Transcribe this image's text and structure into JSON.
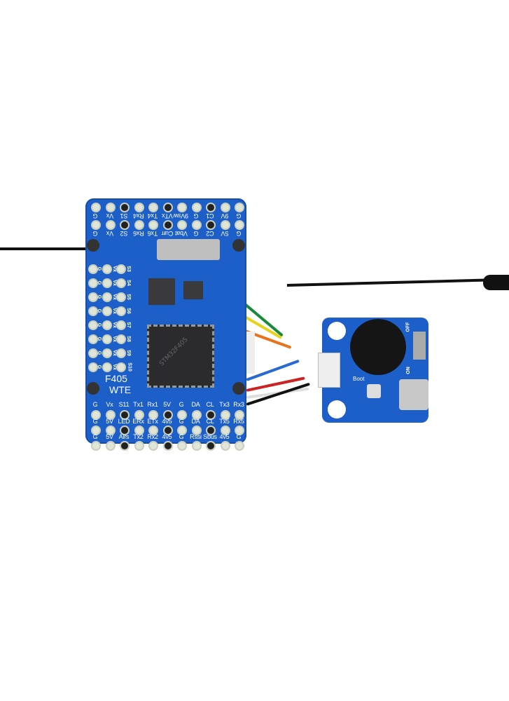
{
  "flight_controller": {
    "model": "F405",
    "variant": "WTE",
    "top_row_outer": [
      "G",
      "Vx",
      "S1",
      "Rx4",
      "Tx4",
      "VTx",
      "9Vsw",
      "G",
      "C1",
      "9V",
      "G"
    ],
    "top_row_inner": [
      "G",
      "Vx",
      "S2",
      "Rx6",
      "Tx6",
      "Curr",
      "Vbat",
      "G",
      "C2",
      "5V",
      "G"
    ],
    "left_columns": {
      "g": "G",
      "vx": "Vx",
      "servos": [
        "S3",
        "S4",
        "S5",
        "S6",
        "S7",
        "S8",
        "S9",
        "S10"
      ]
    },
    "bottom_row_1": [
      "G",
      "Vx",
      "S11",
      "Tx1",
      "Rx1",
      "5V",
      "G",
      "DA",
      "CL",
      "Tx3",
      "Rx3"
    ],
    "bottom_row_2": [
      "G",
      "5V",
      "LED",
      "ERx",
      "ETx",
      "4v5",
      "G",
      "DA",
      "CL",
      "Tx5",
      "Rx5"
    ],
    "bottom_row_3": [
      "G",
      "5V",
      "Airs",
      "Tx2",
      "Rx2",
      "4v5",
      "G",
      "Rssi",
      "Sbus",
      "4v5",
      "G"
    ],
    "mcu_marking": "STM32F405"
  },
  "usb_board": {
    "boot_label": "Boot",
    "switch_on": "ON",
    "switch_off": "OFF"
  },
  "colors": {
    "pcb": "#1d5fc8",
    "antenna": "#111111"
  }
}
